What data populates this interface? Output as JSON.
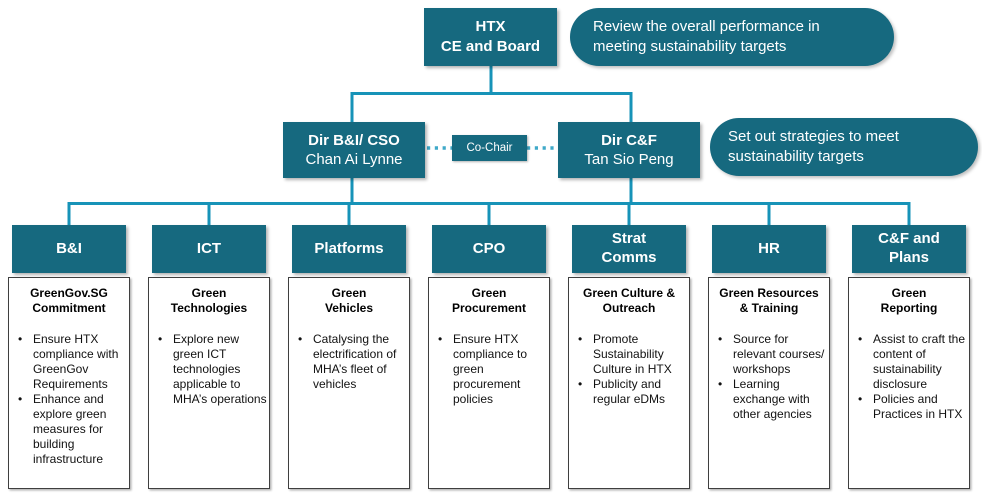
{
  "colors": {
    "teal_fill": "#16697F",
    "connector_line": "#1793B8",
    "dotted_line": "#3FA9C9",
    "card_border": "#3f3f3f",
    "text_on_teal": "#ffffff",
    "text_on_white": "#111111"
  },
  "top": {
    "box_label": "HTX\nCE and Board",
    "note": "Review the overall performance in meeting sustainability targets"
  },
  "level2": {
    "left": {
      "title": "Dir B&I/ CSO",
      "name": "Chan Ai Lynne"
    },
    "co_chair": "Co-Chair",
    "right": {
      "title": "Dir C&F",
      "name": "Tan Sio Peng"
    },
    "note": "Set out strategies to meet sustainability targets"
  },
  "departments": [
    {
      "label": "B&I",
      "title": "GreenGov.SG\nCommitment",
      "bullets": [
        "Ensure HTX compliance with GreenGov Requirements",
        "Enhance and explore green measures for building infrastructure"
      ]
    },
    {
      "label": "ICT",
      "title": "Green\nTechnologies",
      "bullets": [
        "Explore new green ICT technologies applicable to MHA’s operations"
      ]
    },
    {
      "label": "Platforms",
      "title": "Green\nVehicles",
      "bullets": [
        "Catalysing the electrification of MHA’s fleet of vehicles"
      ]
    },
    {
      "label": "CPO",
      "title": "Green\nProcurement",
      "bullets": [
        "Ensure HTX compliance to green procurement policies"
      ]
    },
    {
      "label": "Strat\nComms",
      "title": "Green Culture &\nOutreach",
      "bullets": [
        "Promote Sustainability Culture in HTX",
        "Publicity and regular eDMs"
      ]
    },
    {
      "label": "HR",
      "title": "Green Resources\n& Training",
      "bullets": [
        "Source for relevant courses/ workshops",
        "Learning exchange with other agencies"
      ]
    },
    {
      "label": "C&F and\nPlans",
      "title": "Green\nReporting",
      "bullets": [
        "Assist to craft the content of sustainability disclosure",
        "Policies and Practices in HTX"
      ]
    }
  ]
}
